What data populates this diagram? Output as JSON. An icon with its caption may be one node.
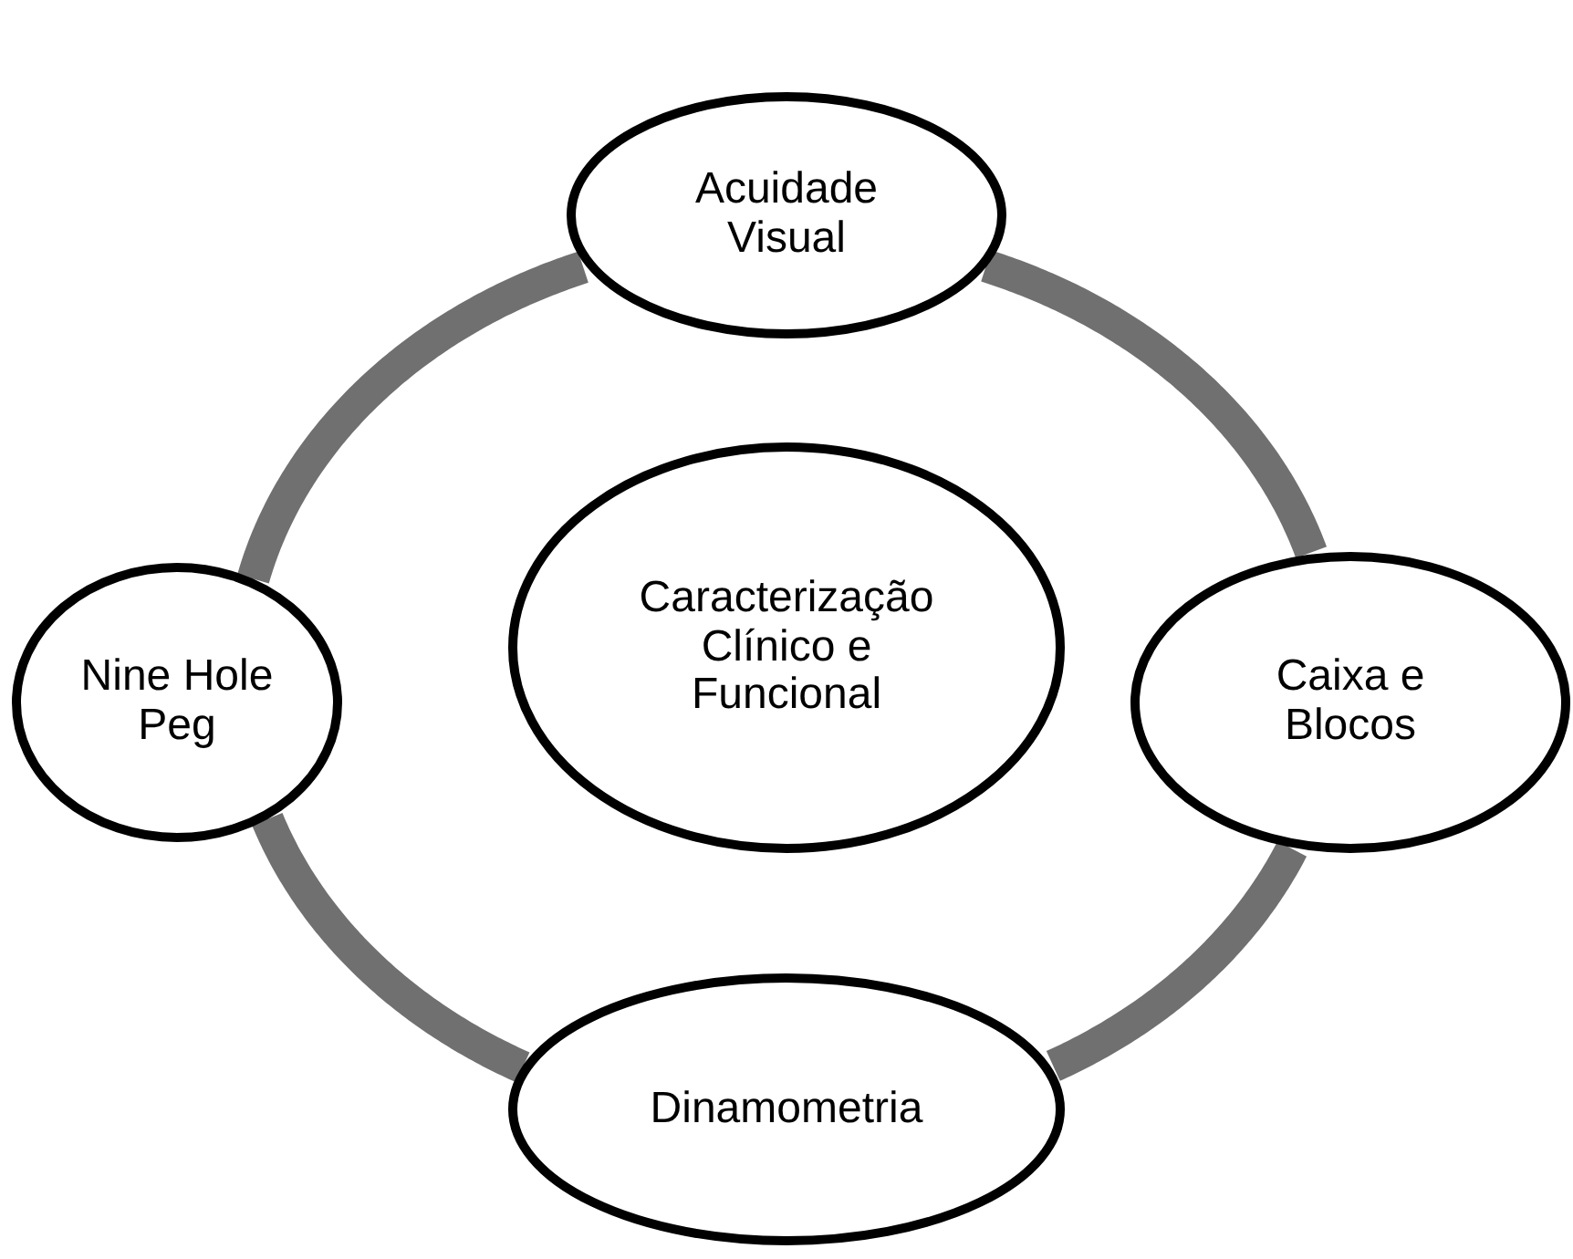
{
  "diagram": {
    "nodes": [
      {
        "text": [
          "Acuidade Visual"
        ]
      },
      {
        "text": [
          "Caracterização Clínico e Funcional"
        ]
      },
      {
        "text": [
          "Nine Hole Peg"
        ]
      },
      {
        "text": [
          "Caixa e Blocos"
        ]
      },
      {
        "text": [
          "Dinamometria"
        ]
      }
    ],
    "edges": [
      {
        "from": 0,
        "to": 3,
        "arrow": "none"
      },
      {
        "from": 3,
        "to": 4,
        "arrow": "none"
      },
      {
        "from": 4,
        "to": 2,
        "arrow": "none"
      },
      {
        "from": 2,
        "to": 0,
        "arrow": "none"
      }
    ]
  }
}
